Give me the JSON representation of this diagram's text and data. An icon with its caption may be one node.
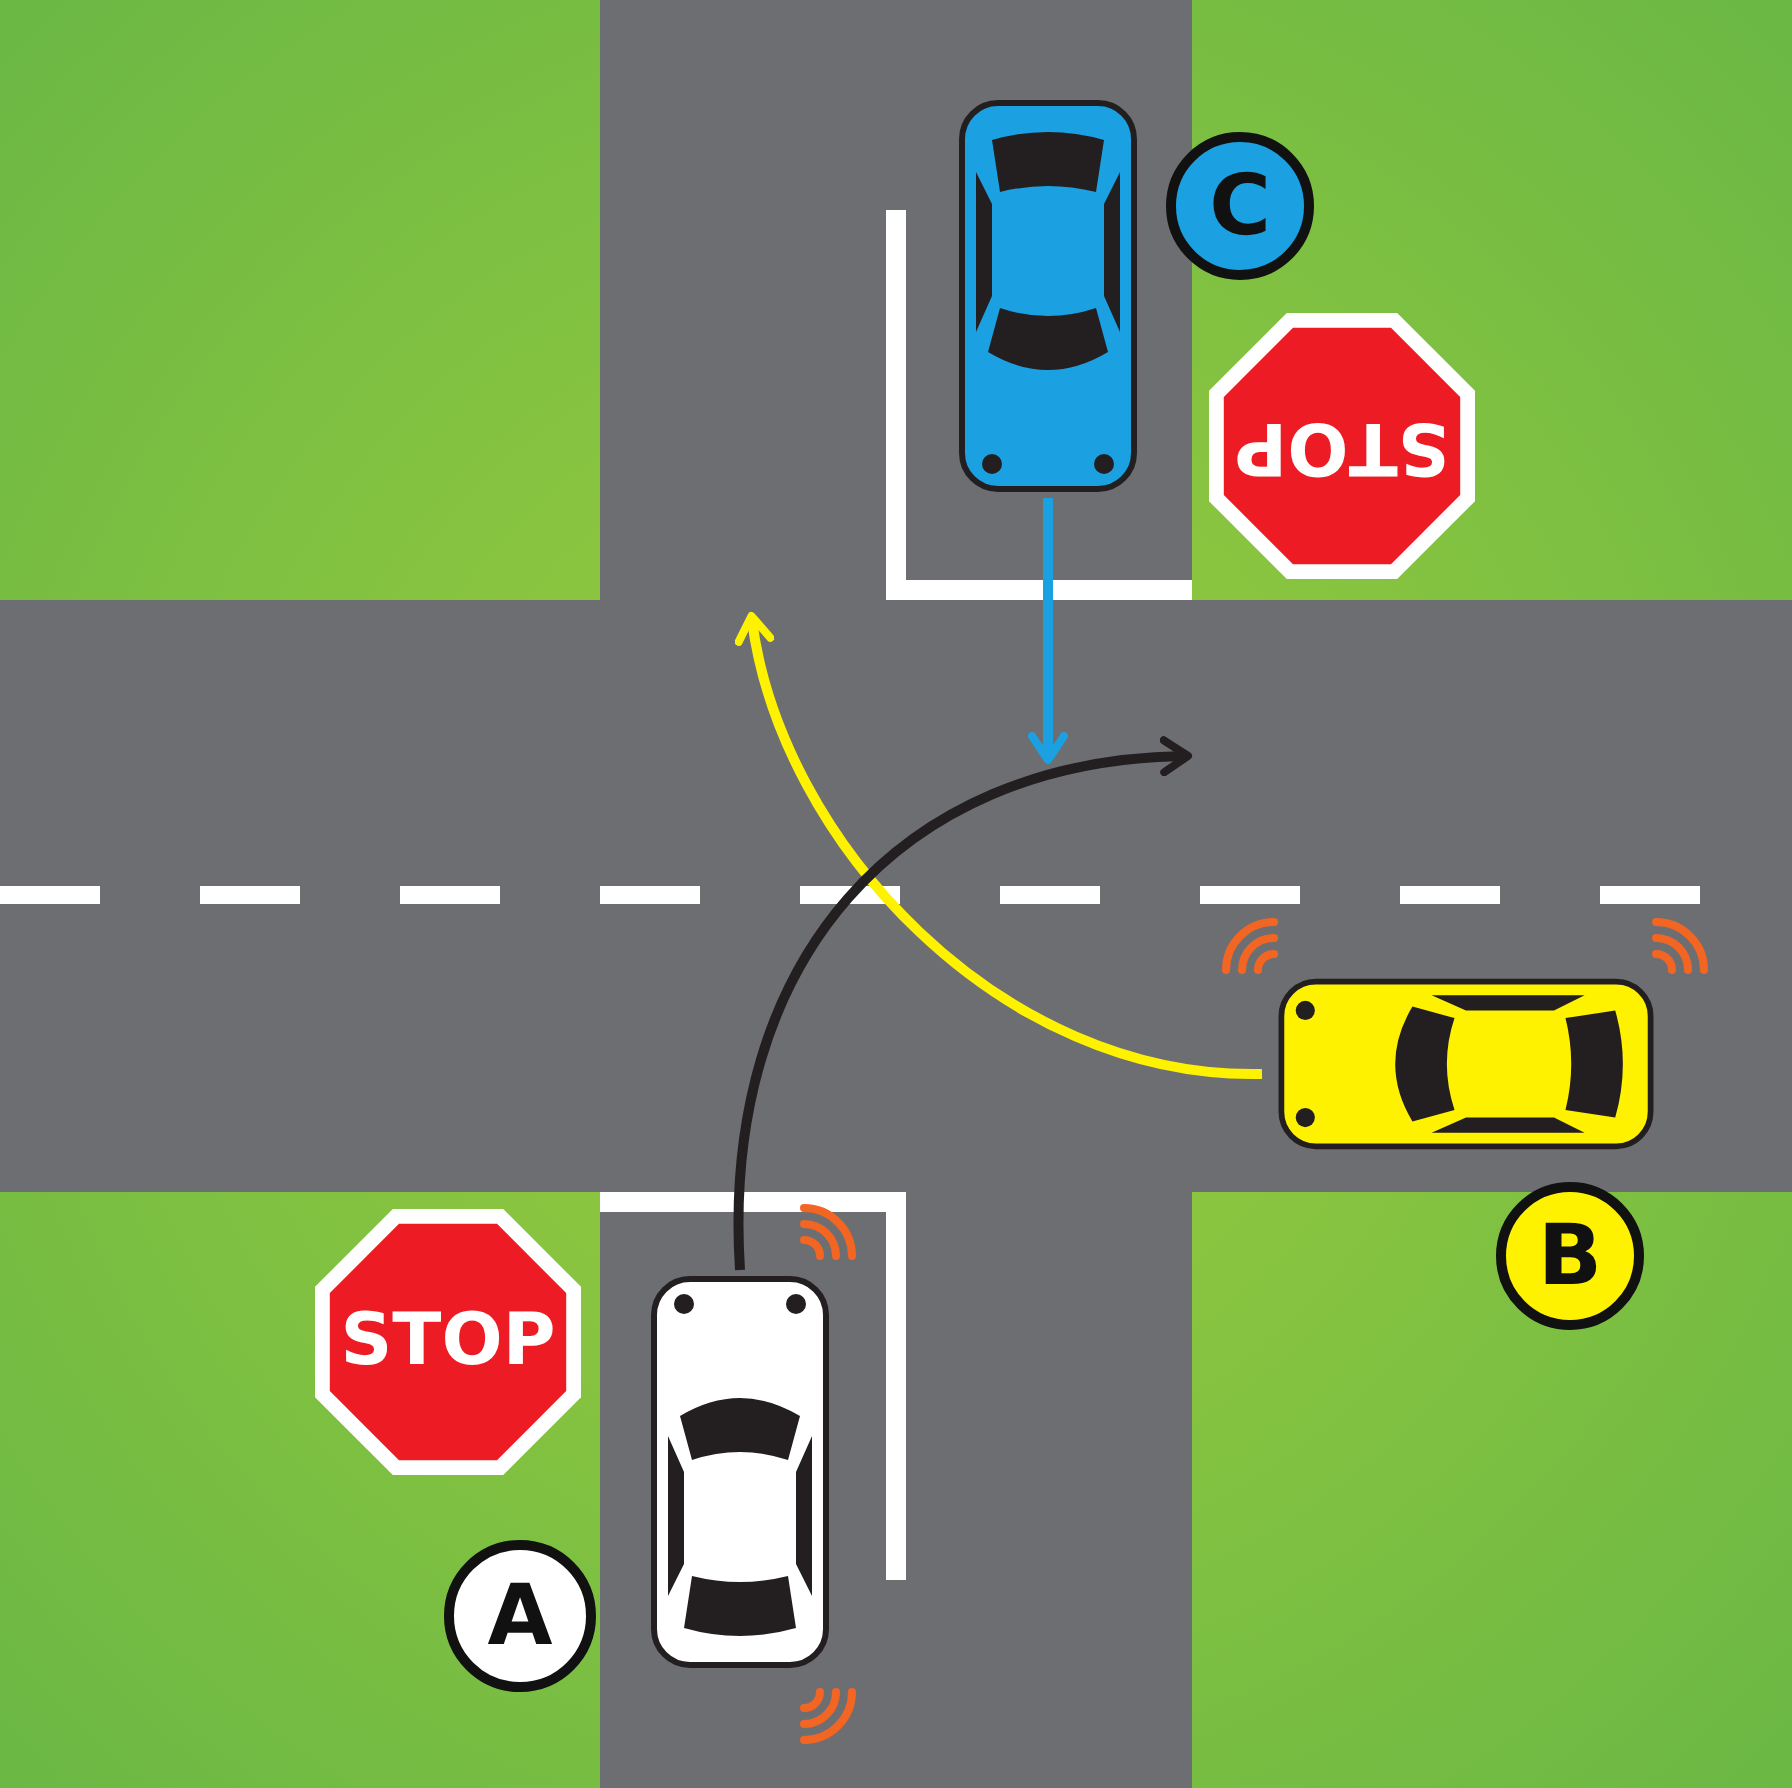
{
  "diagram": {
    "nodes": [
      {
        "text": [
          "C"
        ]
      },
      {
        "text": [],
        "shape": "picture"
      },
      {
        "text": [
          "STOP"
        ]
      },
      {
        "text": [],
        "shape": "picture"
      },
      {
        "text": [
          "B"
        ]
      },
      {
        "text": [
          "STOP"
        ]
      },
      {
        "text": [],
        "shape": "picture"
      },
      {
        "text": [
          "A"
        ]
      }
    ],
    "edges": [
      {
        "from": 1,
        "to": null,
        "arrow": "to",
        "color": "#1ba1e2"
      },
      {
        "from": 3,
        "to": null,
        "arrow": "to",
        "color": "#fff200"
      },
      {
        "from": 6,
        "to": null,
        "arrow": "to",
        "color": "#231f20"
      }
    ]
  }
}
